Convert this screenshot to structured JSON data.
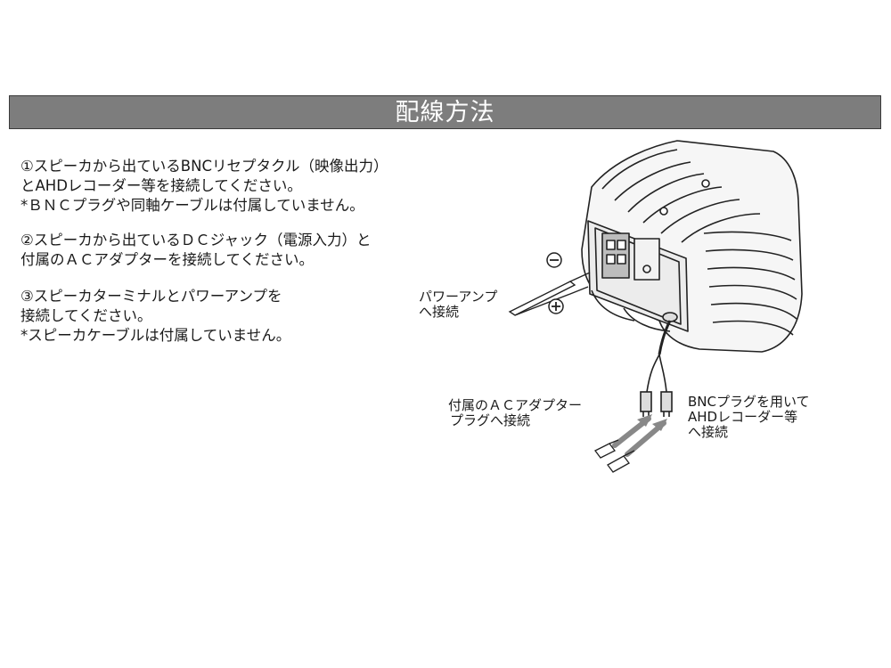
{
  "title": "配線方法",
  "instructions": [
    {
      "lines": [
        "①スピーカから出ているBNCリセプタクル（映像出力）",
        "とAHDレコーダー等を接続してください。",
        "*ＢＮＣプラグや同軸ケーブルは付属していません。"
      ]
    },
    {
      "lines": [
        "②スピーカから出ているＤＣジャック（電源入力）と",
        "付属のＡＣアダプターを接続してください。"
      ]
    },
    {
      "lines": [
        "③スピーカターミナルとパワーアンプを",
        "接続してください。",
        "*スピーカケーブルは付属していません。"
      ]
    }
  ],
  "diagram": {
    "minus_symbol": "⊖",
    "plus_symbol": "⊕",
    "amp_label": [
      "パワーアンプ",
      "へ接続"
    ],
    "ac_label": [
      "付属のＡＣアダプター",
      "プラグへ接続"
    ],
    "bnc_label": [
      "BNCプラグを用いて",
      "AHDレコーダー等",
      "へ接続"
    ]
  }
}
